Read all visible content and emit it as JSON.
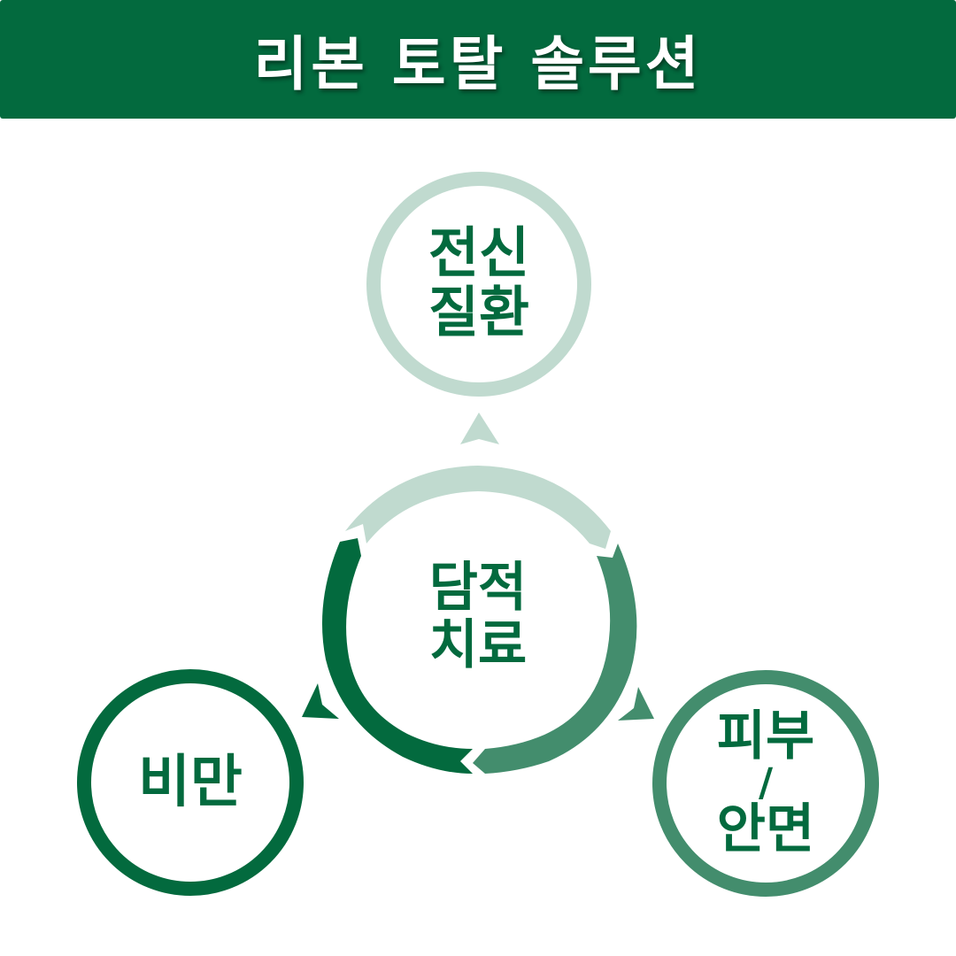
{
  "title": "리본 토탈 솔루션",
  "colors": {
    "banner": "#036a3e",
    "dark_green": "#036a3e",
    "mid_green": "#438d6d",
    "light_green": "#c0dacf",
    "text_green": "#036a3e"
  },
  "center": {
    "line1": "담적",
    "line2": "치료"
  },
  "nodes": {
    "top": {
      "line1": "전신",
      "line2": "질환"
    },
    "left": {
      "line1": "비만"
    },
    "right": {
      "line1": "피부",
      "line2": "/",
      "line3": "안면"
    }
  }
}
